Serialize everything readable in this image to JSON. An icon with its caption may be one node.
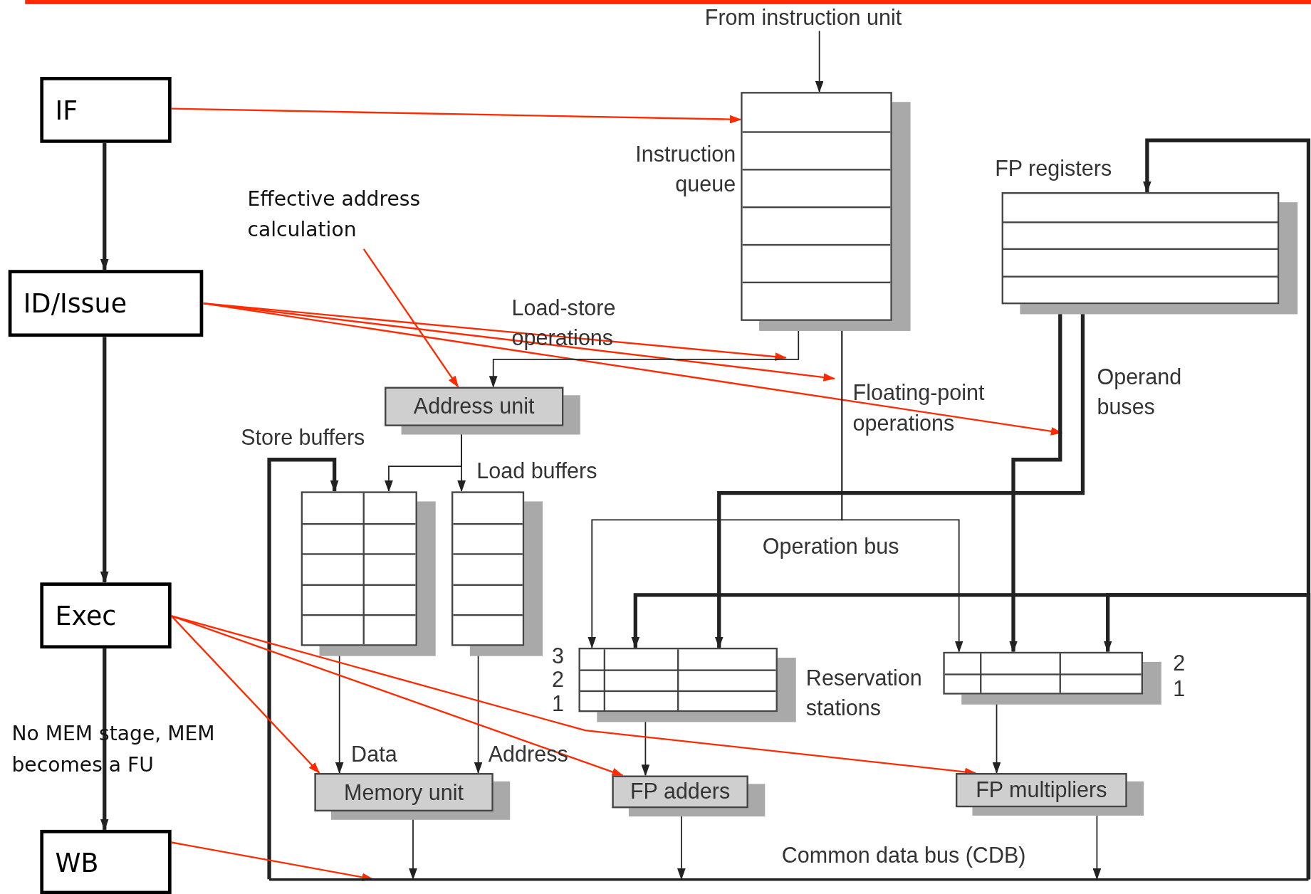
{
  "diagram": {
    "nodes": [
      {
        "text": [
          "IF"
        ]
      },
      {
        "text": [
          "ID/Issue"
        ]
      },
      {
        "text": [
          "Exec"
        ]
      },
      {
        "text": [
          "WB"
        ]
      },
      {
        "text": [
          "From instruction unit"
        ]
      },
      {
        "text": [],
        "shape": "box",
        "beside": [
          "Instruction queue"
        ]
      },
      {
        "text": [],
        "shape": "box",
        "beside": [
          "FP registers"
        ]
      },
      {
        "text": [
          "Effective address calculation"
        ]
      },
      {
        "text": [
          "Address unit"
        ]
      },
      {
        "text": [],
        "shape": "box"
      },
      {
        "text": [],
        "shape": "box",
        "beside": [
          "Load buffers"
        ]
      },
      {
        "text": [],
        "shape": "box"
      },
      {
        "text": [],
        "shape": "box"
      },
      {
        "text": [
          "Memory unit"
        ]
      },
      {
        "text": [
          "FP adders"
        ]
      },
      {
        "text": [
          "FP multipliers"
        ]
      },
      {
        "text": [
          "Common data bus (CDB)"
        ]
      }
    ],
    "edges": [
      {
        "from": 0,
        "to": 1,
        "arrow": "to",
        "style": "thick"
      },
      {
        "from": 1,
        "to": 2,
        "arrow": "to",
        "style": "thick"
      },
      {
        "from": 2,
        "to": 3,
        "arrow": "to",
        "style": "thick"
      },
      {
        "from": 4,
        "to": 5,
        "arrow": "to"
      },
      {
        "from": 0,
        "to": 5,
        "arrow": "to",
        "color": "#ff2a00"
      },
      {
        "from": 7,
        "to": 8,
        "arrow": "to",
        "color": "#ff2a00"
      },
      {
        "from": 1,
        "to": null,
        "arrow": "to",
        "color": "#ff2a00"
      },
      {
        "from": 1,
        "to": null,
        "arrow": "to",
        "color": "#ff2a00"
      },
      {
        "from": 1,
        "to": null,
        "arrow": "to",
        "color": "#ff2a00"
      },
      {
        "from": 5,
        "to": 8,
        "arrow": "to",
        "label": "Load-store operations"
      },
      {
        "from": 5,
        "to": 11,
        "arrow": "to",
        "label": "Floating-point operations"
      },
      {
        "from": 5,
        "to": 12,
        "arrow": "to"
      },
      {
        "from": 8,
        "to": 9,
        "arrow": "to"
      },
      {
        "from": 8,
        "to": 10,
        "arrow": "to"
      },
      {
        "from": 6,
        "to": 11,
        "arrow": "to",
        "style": "thick"
      },
      {
        "from": 6,
        "to": 12,
        "arrow": "to",
        "style": "thick"
      },
      {
        "from": 9,
        "to": 13,
        "arrow": "to",
        "label": "Data"
      },
      {
        "from": 10,
        "to": 13,
        "arrow": "to",
        "label": "Address"
      },
      {
        "from": 11,
        "to": 14,
        "arrow": "to"
      },
      {
        "from": 12,
        "to": 15,
        "arrow": "to"
      },
      {
        "from": 13,
        "to": 16,
        "arrow": "to"
      },
      {
        "from": 14,
        "to": 16,
        "arrow": "to"
      },
      {
        "from": 15,
        "to": 16,
        "arrow": "to"
      },
      {
        "from": 16,
        "to": 6,
        "arrow": "to",
        "style": "thick"
      },
      {
        "from": 16,
        "to": 9,
        "arrow": "to",
        "style": "thick"
      },
      {
        "from": 16,
        "to": 11,
        "arrow": "to",
        "style": "thick"
      },
      {
        "from": 16,
        "to": 12,
        "arrow": "to",
        "style": "thick"
      },
      {
        "from": 2,
        "to": 13,
        "arrow": "to",
        "color": "#ff2a00"
      },
      {
        "from": 2,
        "to": 14,
        "arrow": "to",
        "color": "#ff2a00"
      },
      {
        "from": 2,
        "to": 15,
        "arrow": "to",
        "color": "#ff2a00"
      },
      {
        "from": 3,
        "to": 16,
        "arrow": "to",
        "color": "#ff2a00"
      }
    ],
    "labels": [
      "Operand buses",
      "Store buffers",
      "Operation bus",
      "3",
      "2",
      "1",
      "Reservation stations",
      "2",
      "1",
      "No MEM stage, MEM becomes a FU"
    ]
  }
}
